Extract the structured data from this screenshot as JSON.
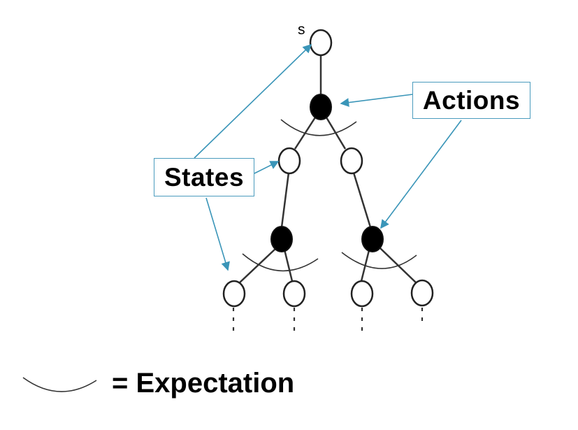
{
  "root_label": "s",
  "labels": {
    "actions": "Actions",
    "states": "States"
  },
  "legend": {
    "text": "= Expectation"
  },
  "colors": {
    "arrow": "#3a95b8",
    "box_border": "#4a9bbd",
    "action_node": "#000000",
    "state_node": "#ffffff",
    "edge": "#333333"
  }
}
